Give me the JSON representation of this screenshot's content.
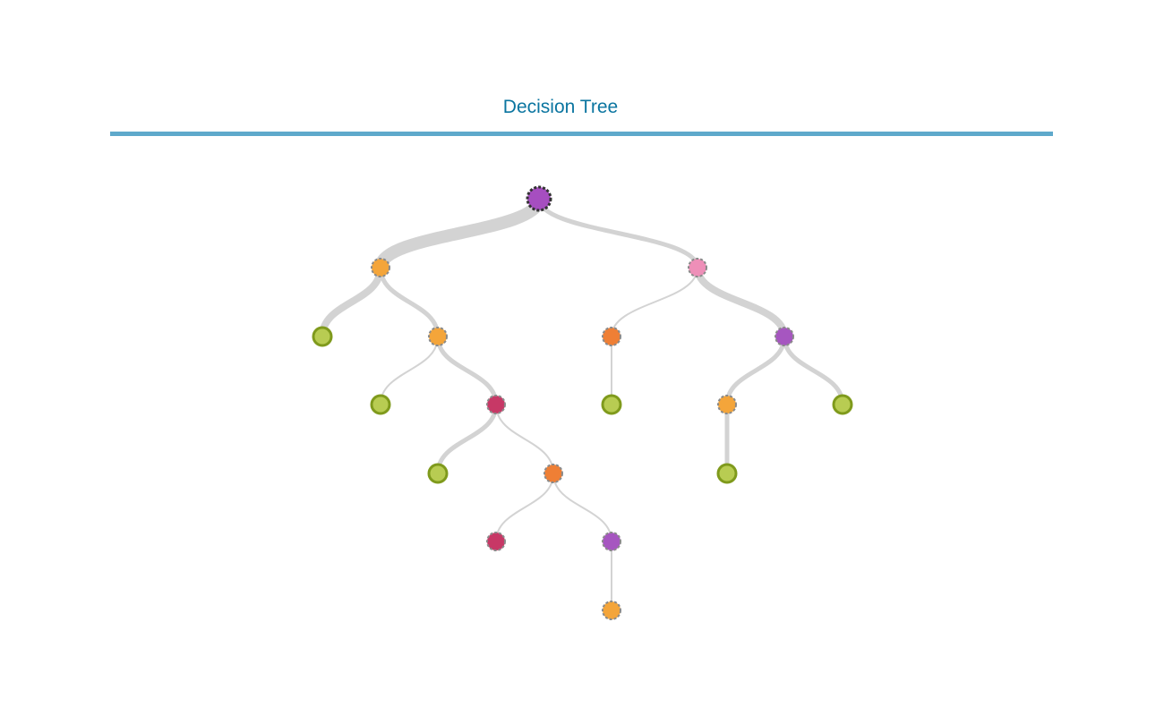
{
  "title": "Decision Tree",
  "colors": {
    "accent_rule": "#5ea9cb",
    "title": "#0b75a0",
    "link": "#d3d3d3",
    "leaf_fill": "#b8cc52",
    "leaf_stroke": "#7f9a1c",
    "node_stroke": "#8a8a8a",
    "root_stroke": "#333333"
  },
  "tree": {
    "id": "root",
    "color": "#a64ec0",
    "children": [
      {
        "id": "n1",
        "color": "#f4a53a",
        "weight": 3,
        "children": [
          {
            "id": "n1a",
            "leaf": true,
            "weight": 3
          },
          {
            "id": "n1b",
            "color": "#f4a53a",
            "weight": 2,
            "children": [
              {
                "id": "n1b1",
                "leaf": true,
                "weight": 1
              },
              {
                "id": "n1b2",
                "color": "#c73866",
                "weight": 2,
                "children": [
                  {
                    "id": "n1b2a",
                    "leaf": true,
                    "weight": 2
                  },
                  {
                    "id": "n1b2b",
                    "color": "#ef7f35",
                    "weight": 1,
                    "children": [
                      {
                        "id": "n1b2b1",
                        "color": "#c73866",
                        "weight": 1
                      },
                      {
                        "id": "n1b2b2",
                        "color": "#a656c0",
                        "weight": 1,
                        "children": [
                          {
                            "id": "n1b2b2a",
                            "color": "#f4a53a",
                            "weight": 1
                          }
                        ]
                      }
                    ]
                  }
                ]
              }
            ]
          }
        ]
      },
      {
        "id": "n2",
        "color": "#ee8fb8",
        "weight": 2,
        "children": [
          {
            "id": "n2a",
            "color": "#ef7f35",
            "weight": 1,
            "children": [
              {
                "id": "n2a1",
                "leaf": true,
                "weight": 1
              }
            ]
          },
          {
            "id": "n2b",
            "color": "#a656c0",
            "weight": 3,
            "children": [
              {
                "id": "n2b1",
                "color": "#f4a53a",
                "weight": 2,
                "children": [
                  {
                    "id": "n2b1a",
                    "leaf": true,
                    "weight": 2
                  }
                ]
              },
              {
                "id": "n2b2",
                "leaf": true,
                "weight": 2
              }
            ]
          }
        ]
      }
    ]
  }
}
